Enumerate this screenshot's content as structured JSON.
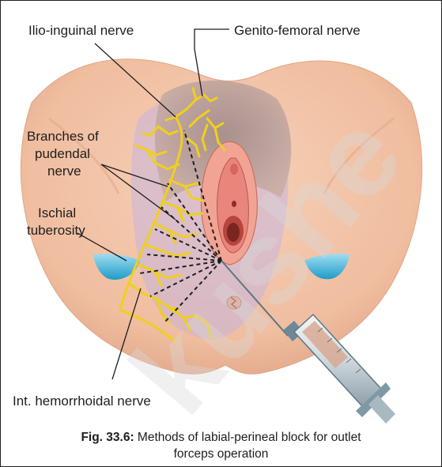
{
  "labels": {
    "ilio_inguinal": "Ilio-inguinal nerve",
    "genito_femoral": "Genito-femoral nerve",
    "branches_line1": "Branches of",
    "branches_line2": "pudendal",
    "branches_line3": "nerve",
    "ischial_line1": "Ischial",
    "ischial_line2": "tuberosity",
    "hemorrhoidal": "Int. hemorrhoidal nerve"
  },
  "caption": {
    "figure_number": "Fig. 33.6:",
    "text_line1": " Methods of labial-perineal block for outlet",
    "text_line2": "forceps operation"
  },
  "watermark": "kushe",
  "colors": {
    "skin": "#f2c4a6",
    "skin_shadow": "#e2a789",
    "pubic_hair": "#b39b94",
    "labia": "#ef9b8f",
    "nerve": "#f4d21f",
    "anesthesia_zone": "#c7b8e0",
    "ischial_tuberosity": "#3db4d8",
    "syringe_metal": "#6f8fa0"
  }
}
